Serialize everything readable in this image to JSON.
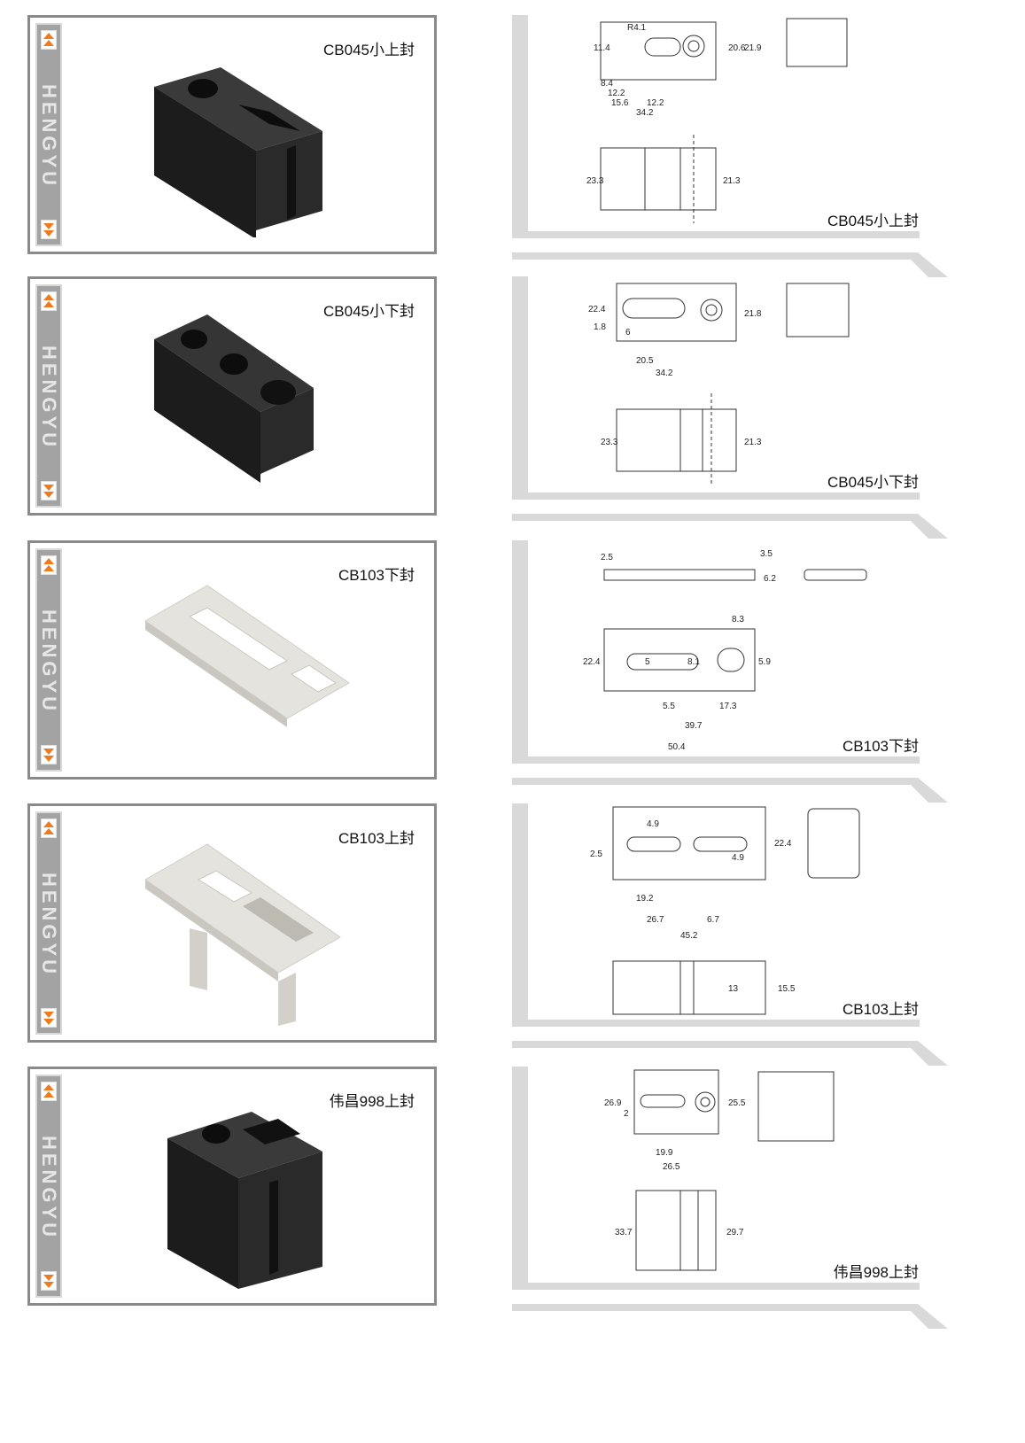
{
  "brand": "HENGYU",
  "products": [
    {
      "title": "CB045小上封",
      "drawing_label": "CB045小上封",
      "dims": [
        "R4.1",
        "11.4",
        "20.6",
        "21.9",
        "8.4",
        "12.2",
        "15.6",
        "12.2",
        "34.2",
        "23.3",
        "21.3"
      ],
      "color": "#1f1f1f"
    },
    {
      "title": "CB045小下封",
      "drawing_label": "CB045小下封",
      "dims": [
        "22.4",
        "1.8",
        "6",
        "21.8",
        "20.5",
        "34.2",
        "23.3",
        "21.3"
      ],
      "color": "#1f1f1f"
    },
    {
      "title": "CB103下封",
      "drawing_label": "CB103下封",
      "dims": [
        "2.5",
        "3.5",
        "6.2",
        "8.3",
        "22.4",
        "5",
        "8.1",
        "5.9",
        "5.5",
        "17.3",
        "39.7",
        "50.4"
      ],
      "color": "#e4e3de"
    },
    {
      "title": "CB103上封",
      "drawing_label": "CB103上封",
      "dims": [
        "4.9",
        "2.5",
        "4.9",
        "22.4",
        "19.2",
        "26.7",
        "6.7",
        "45.2",
        "13",
        "15.5"
      ],
      "color": "#e4e3de"
    },
    {
      "title": "伟昌998上封",
      "drawing_label": "伟昌998上封",
      "dims": [
        "26.9",
        "2",
        "25.5",
        "19.9",
        "26.5",
        "33.7",
        "29.7"
      ],
      "color": "#1f1f1f"
    }
  ],
  "colors": {
    "accent": "#f07a1e",
    "frame": "#8a8a8a",
    "strip": "#a3a3a3",
    "panel_bar": "#d9d9d9"
  }
}
